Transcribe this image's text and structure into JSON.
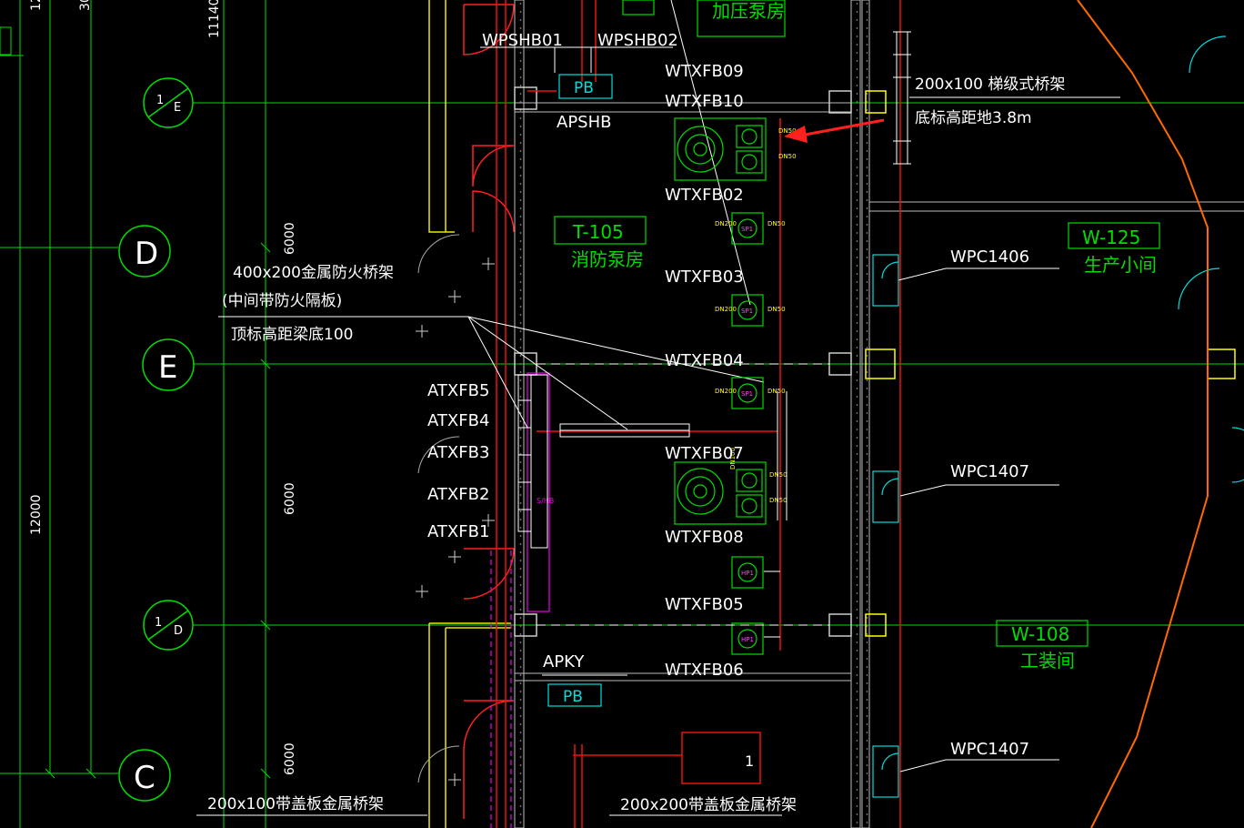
{
  "colors": {
    "background": "#000000",
    "white_text": "#ffffff",
    "green": "#00ff00",
    "red_line": "#ff0000",
    "yellow": "#ffff00",
    "magenta": "#ff00ff",
    "cyan": "#00ffff",
    "orange": "#ff6a00",
    "gray_wall": "#9a9a9a",
    "arrow": "#ff2020"
  },
  "icons": [
    "grid-bubble-icon",
    "pump-icon",
    "door-swing-icon",
    "column-icon",
    "red-arrow-icon",
    "distribution-box-icon"
  ],
  "grid_axes": {
    "axis_1e": {
      "top": "1",
      "bottom": "E"
    },
    "axis_d": "D",
    "axis_e": "E",
    "axis_1d": {
      "top": "1",
      "bottom": "D"
    },
    "axis_c": "C"
  },
  "dimensions": {
    "dim_top_left_a": "12",
    "dim_top_left_b": "30",
    "dim_top_mid": "11140",
    "dim_6000_a": "6000",
    "dim_6000_b": "6000",
    "dim_6000_c": "6000",
    "dim_12000": "12000"
  },
  "rooms": {
    "booster_room": "加压泵房",
    "fire_pump_room_code": "T-105",
    "fire_pump_room_name": "消防泵房",
    "production_room_code": "W-125",
    "production_room_name": "生产小间",
    "workwear_room_code": "W-108",
    "workwear_room_name": "工装间"
  },
  "labels": {
    "wpshb01": "WPSHB01",
    "wpshb02": "WPSHB02",
    "pb_top": "PB",
    "pb_bottom": "PB",
    "apshb": "APSHB",
    "apky": "APKY",
    "wtxfb09": "WTXFB09",
    "wtxfb10": "WTXFB10",
    "wtxfb02": "WTXFB02",
    "wtxfb03": "WTXFB03",
    "wtxfb04": "WTXFB04",
    "wtxfb07": "WTXFB07",
    "wtxfb08": "WTXFB08",
    "wtxfb05": "WTXFB05",
    "wtxfb06": "WTXFB06",
    "atxfb5": "ATXFB5",
    "atxfb4": "ATXFB4",
    "atxfb3": "ATXFB3",
    "atxfb2": "ATXFB2",
    "atxfb1": "ATXFB1",
    "wpc1406": "WPC1406",
    "wpc1407_a": "WPC1407",
    "wpc1407_b": "WPC1407",
    "box_number": "1"
  },
  "notes": {
    "tray_ladder_1": "200x100 梯级式桥架",
    "tray_ladder_2": "底标高距地3.8m",
    "tray_fire_1": "400x200金属防火桥架",
    "tray_fire_2": "(中间带防火隔板)",
    "tray_fire_3": "顶标高距梁底100",
    "tray_cover_a": "200x100带盖板金属桥架",
    "tray_cover_b": "200x200带盖板金属桥架"
  },
  "pump_tags": {
    "dn_top_1": "DN50",
    "dn_top_2": "DN50",
    "dn_left_a": "DN200",
    "dn_right_a": "DN50",
    "dn_left_b": "DN200",
    "dn_right_b": "DN50",
    "dn_left_c": "DN200",
    "dn_right_c": "DN50",
    "dn_mid_1": "DN50",
    "dn_mid_2": "DN50",
    "dn_mid_side": "DN100",
    "sp1": "SP1",
    "hp1": "HP1"
  }
}
